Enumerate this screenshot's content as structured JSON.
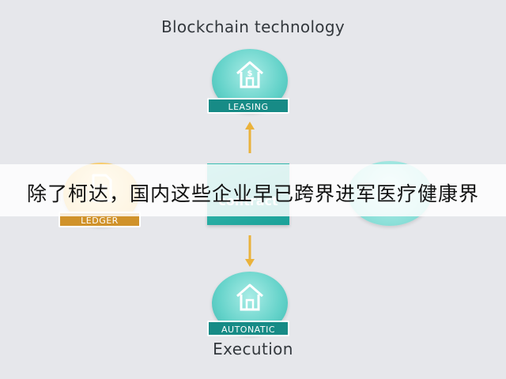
{
  "diagram": {
    "title": "Blockchain technology",
    "footer": "Execution",
    "nodes": {
      "top": {
        "label": "LEASING",
        "icon": "house-dollar-icon"
      },
      "left": {
        "label": "LEDGER",
        "icon": "document-icon"
      },
      "center": {
        "label": "contract"
      },
      "bottom": {
        "label": "AUTONATIC",
        "icon": "house-icon"
      }
    }
  },
  "subtitle": "除了柯达，国内这些企业早已跨界进军医疗健康界",
  "colors": {
    "background": "#e6e7eb",
    "teal": "#3fb8b0",
    "banner_teal": "#178b86",
    "gold": "#f6c55b",
    "arrow": "#eab23b"
  }
}
